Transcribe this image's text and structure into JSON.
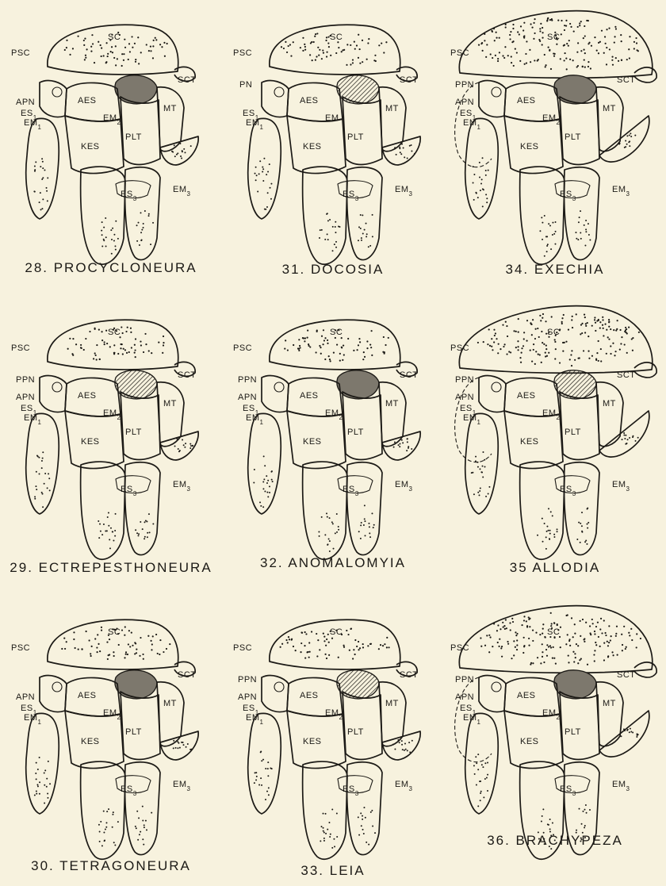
{
  "plate": {
    "figures": [
      {
        "caption": "28. PROCYCLONEURA",
        "labels": [
          "SC",
          "PSC",
          "SCT",
          "APN",
          "ES1",
          "EM1",
          "AES",
          "MT",
          "EM2",
          "PLT",
          "KES",
          "ES3",
          "EM3"
        ],
        "dashed_pn": false
      },
      {
        "caption": "31. DOCOSIA",
        "labels": [
          "SC",
          "PSC",
          "SCT",
          "PN",
          "ES1",
          "EM1",
          "AES",
          "EM",
          "PLT",
          "MT",
          "KES",
          "ES3",
          "EM3"
        ],
        "dashed_pn": false
      },
      {
        "caption": "34. EXECHIA",
        "labels": [
          "SC",
          "PSC",
          "SCT",
          "PPN",
          "APN",
          "ES1",
          "EM1",
          "AES",
          "EM2",
          "PLT",
          "MT",
          "KES",
          "ES3",
          "EM3"
        ],
        "dashed_pn": true
      },
      {
        "caption": "29. ECTREPESTHONEURA",
        "labels": [
          "SC",
          "PSC",
          "SCT",
          "PPN",
          "APN",
          "ES1",
          "EM1",
          "AES",
          "EM2",
          "PLT",
          "MT",
          "KES",
          "ES3",
          "EM3"
        ],
        "dashed_pn": false
      },
      {
        "caption": "32. ANOMALOMYIA",
        "labels": [
          "SC",
          "PSC",
          "SCT",
          "PPN",
          "APN",
          "ES1",
          "EM1",
          "AES",
          "EM2",
          "PLT",
          "MT",
          "KES",
          "ES3",
          "EM3"
        ],
        "dashed_pn": false
      },
      {
        "caption": "35 ALLODIA",
        "labels": [
          "SC",
          "PSC",
          "SCT",
          "PPN",
          "APN",
          "ES1",
          "EM1",
          "AES",
          "EM2",
          "PLT",
          "MT",
          "KES",
          "ES3",
          "EM3"
        ],
        "dashed_pn": true
      },
      {
        "caption": "30. TETRAGONEURA",
        "labels": [
          "SC",
          "PSC",
          "SCT",
          "APN",
          "ES1",
          "EM1",
          "AES",
          "EM2",
          "PLT",
          "MT",
          "KES",
          "ES3",
          "EM3"
        ],
        "dashed_pn": false
      },
      {
        "caption": "33. LEIA",
        "labels": [
          "SC",
          "PSC",
          "SCT",
          "PPN",
          "APN",
          "ES1",
          "EM1",
          "AES",
          "EM2",
          "PLT",
          "MT",
          "KES",
          "ES3",
          "EM3"
        ],
        "dashed_pn": false
      },
      {
        "caption": "36. BRACHYPEZA",
        "labels": [
          "SC",
          "PSC",
          "SCT",
          "PPN",
          "APN",
          "ES1",
          "EM1",
          "AES",
          "EM2",
          "PLT",
          "MT",
          "KES",
          "ES3",
          "EM3"
        ],
        "dashed_pn": true
      }
    ]
  }
}
